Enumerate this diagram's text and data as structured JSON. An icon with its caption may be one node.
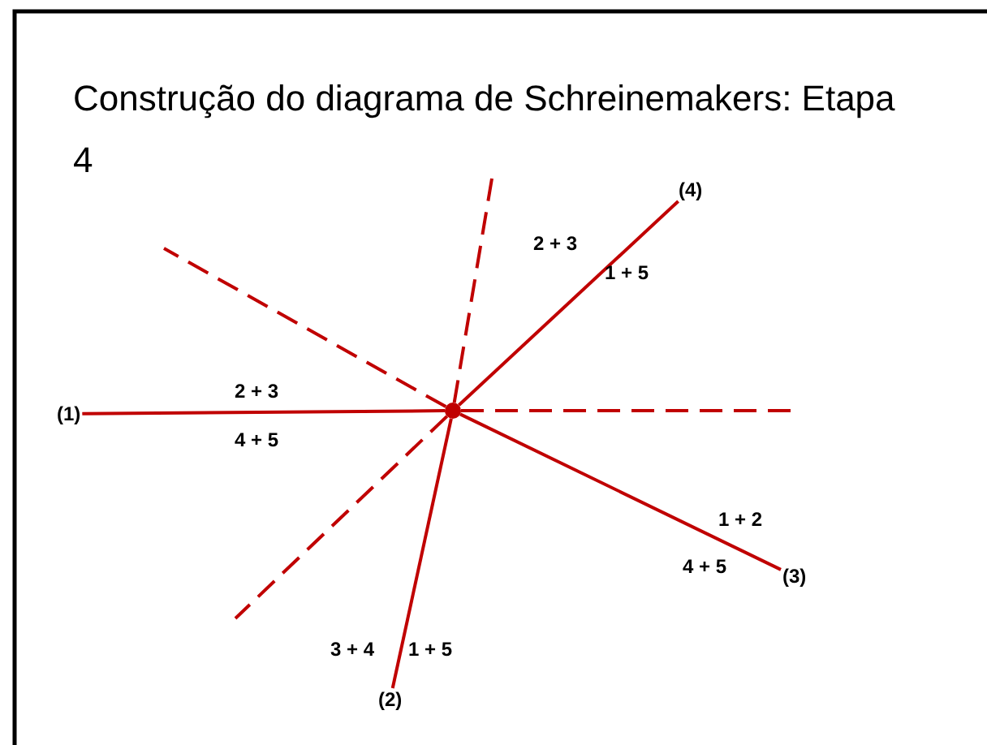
{
  "diagram": {
    "title": "Construção do diagrama de Schreinemakers: Etapa 4",
    "nodes": [
      {
        "text": [
          "(4)"
        ]
      },
      {
        "text": [
          "(1)"
        ]
      },
      {
        "text": [],
        "shape": "circle"
      },
      {
        "text": [
          "(3)"
        ]
      },
      {
        "text": [
          "(2)"
        ]
      }
    ],
    "edges": [
      {
        "from": 2,
        "to": 0,
        "arrow": "none"
      },
      {
        "from": 2,
        "to": 1,
        "arrow": "none"
      },
      {
        "from": 2,
        "to": 3,
        "arrow": "none"
      },
      {
        "from": 2,
        "to": 4,
        "arrow": "none"
      },
      {
        "from": 2,
        "to": null,
        "arrow": "none",
        "style": "dashed"
      },
      {
        "from": 2,
        "to": null,
        "arrow": "none",
        "style": "dashed"
      },
      {
        "from": 2,
        "to": null,
        "arrow": "none",
        "style": "dashed"
      },
      {
        "from": 2,
        "to": null,
        "arrow": "none",
        "style": "dashed"
      }
    ],
    "labels": [
      "2 + 3",
      "1 + 5",
      "2 + 3",
      "4 + 5",
      "1 + 2",
      "4 + 5",
      "3 + 4",
      "1 + 5"
    ]
  }
}
